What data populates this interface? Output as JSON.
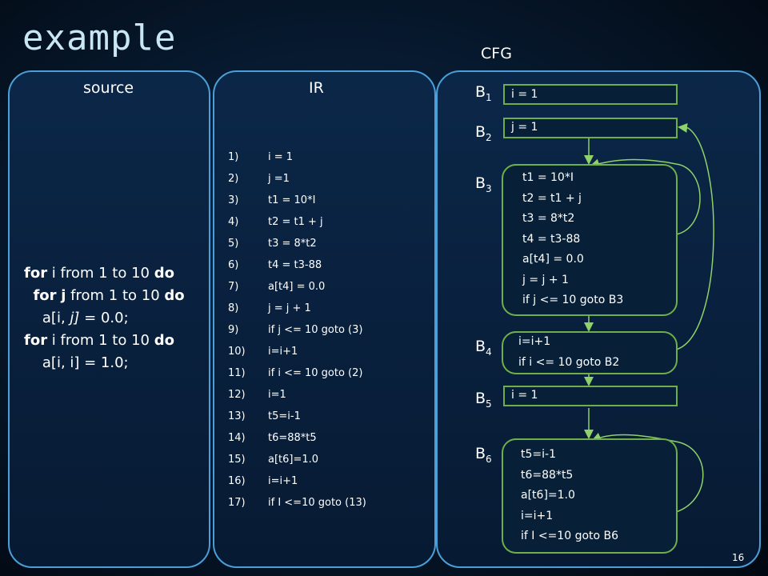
{
  "slide": {
    "title": "example",
    "page_number": "16"
  },
  "source": {
    "label": "source",
    "lines": [
      [
        {
          "t": "for",
          "b": true
        },
        {
          "t": " i from 1 to 10 "
        },
        {
          "t": "do",
          "b": true
        }
      ],
      [
        {
          "t": "  "
        },
        {
          "t": "for",
          "b": true
        },
        {
          "t": " "
        },
        {
          "t": "j",
          "b": true
        },
        {
          "t": " from 1 to 10 "
        },
        {
          "t": "do",
          "b": true
        }
      ],
      [
        {
          "t": "    a[i, "
        },
        {
          "t": "j]",
          "i": true
        },
        {
          "t": " = 0.0;"
        }
      ],
      [
        {
          "t": "for",
          "b": true
        },
        {
          "t": " i from 1 to 10 "
        },
        {
          "t": "do",
          "b": true
        }
      ],
      [
        {
          "t": "    a[i, i] = 1.0;"
        }
      ]
    ]
  },
  "ir": {
    "label": "IR",
    "lines": [
      {
        "num": "1)",
        "code": "i = 1"
      },
      {
        "num": "2)",
        "code": "j =1"
      },
      {
        "num": "3)",
        "code": "t1 = 10*I"
      },
      {
        "num": "4)",
        "code": "t2 = t1 + j"
      },
      {
        "num": "5)",
        "code": "t3 = 8*t2"
      },
      {
        "num": "6)",
        "code": "t4 = t3-88"
      },
      {
        "num": "7)",
        "code": "a[t4] = 0.0"
      },
      {
        "num": "8)",
        "code": "j = j + 1"
      },
      {
        "num": "9)",
        "code": "if j <= 10 goto (3)"
      },
      {
        "num": "10)",
        "code": "i=i+1"
      },
      {
        "num": "11)",
        "code": "if i <= 10 goto (2)"
      },
      {
        "num": "12)",
        "code": "i=1"
      },
      {
        "num": "13)",
        "code": "t5=i-1"
      },
      {
        "num": "14)",
        "code": "t6=88*t5"
      },
      {
        "num": "15)",
        "code": "a[t6]=1.0"
      },
      {
        "num": "16)",
        "code": "i=i+1"
      },
      {
        "num": "17)",
        "code": "if I <=10 goto (13)"
      }
    ]
  },
  "cfg": {
    "label": "CFG",
    "blocks": [
      {
        "name": "B",
        "sub": "1",
        "lines": [
          "i = 1"
        ]
      },
      {
        "name": "B",
        "sub": "2",
        "lines": [
          "j = 1"
        ]
      },
      {
        "name": "B",
        "sub": "3",
        "lines": [
          "t1 = 10*I",
          "t2 = t1 + j",
          "t3 = 8*t2",
          "t4 = t3-88",
          "a[t4] = 0.0",
          "j = j + 1",
          "if j <= 10 goto B3"
        ]
      },
      {
        "name": "B",
        "sub": "4",
        "lines": [
          "i=i+1",
          "if i <= 10 goto B2"
        ]
      },
      {
        "name": "B",
        "sub": "5",
        "lines": [
          "i = 1"
        ]
      },
      {
        "name": "B",
        "sub": "6",
        "lines": [
          "t5=i-1",
          "t6=88*t5",
          "a[t6]=1.0",
          "i=i+1",
          "if I <=10 goto B6"
        ]
      }
    ],
    "colors": {
      "edge": "#8fd16a",
      "block_border": "#6fae4a",
      "panel_border": "#4a9fd8"
    }
  }
}
